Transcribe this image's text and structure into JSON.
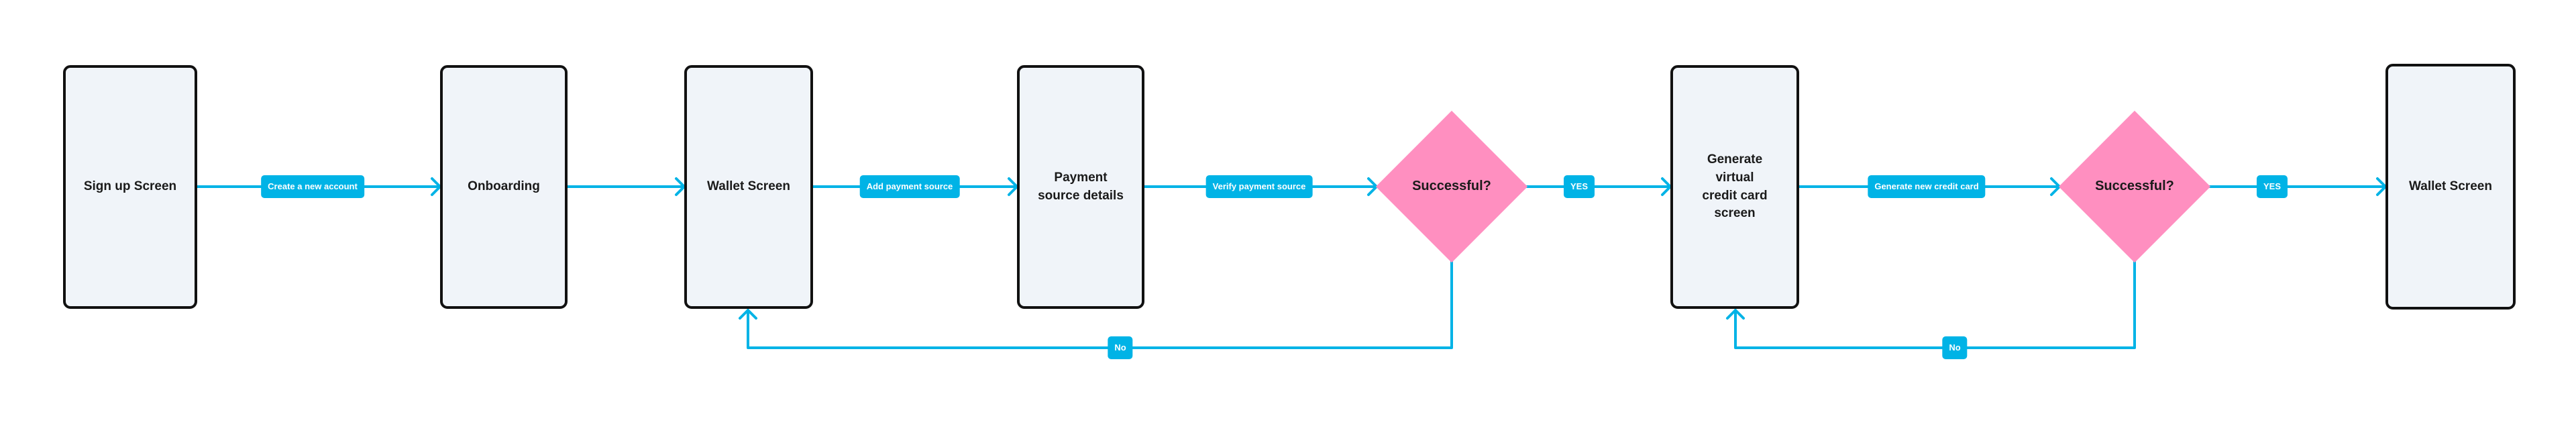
{
  "screens": {
    "signup": "Sign up Screen",
    "onboarding": "Onboarding",
    "wallet": "Wallet Screen",
    "payment_details": "Payment\nsource details",
    "generate_card": "Generate\nvirtual\ncredit card\nscreen",
    "wallet_final": "Wallet Screen"
  },
  "decisions": {
    "verify_result": "Successful?",
    "card_result": "Successful?"
  },
  "edge_labels": {
    "create_account": "Create a new account",
    "add_payment": "Add payment source",
    "verify_payment": "Verify payment source",
    "yes_1": "YES",
    "no_1": "No",
    "generate_card": "Generate new credit card",
    "yes_2": "YES",
    "no_2": "No"
  },
  "colors": {
    "connector": "#00b3e6",
    "decision_fill": "#ff8fc0",
    "screen_fill": "#f0f4f9",
    "screen_border": "#111111"
  }
}
